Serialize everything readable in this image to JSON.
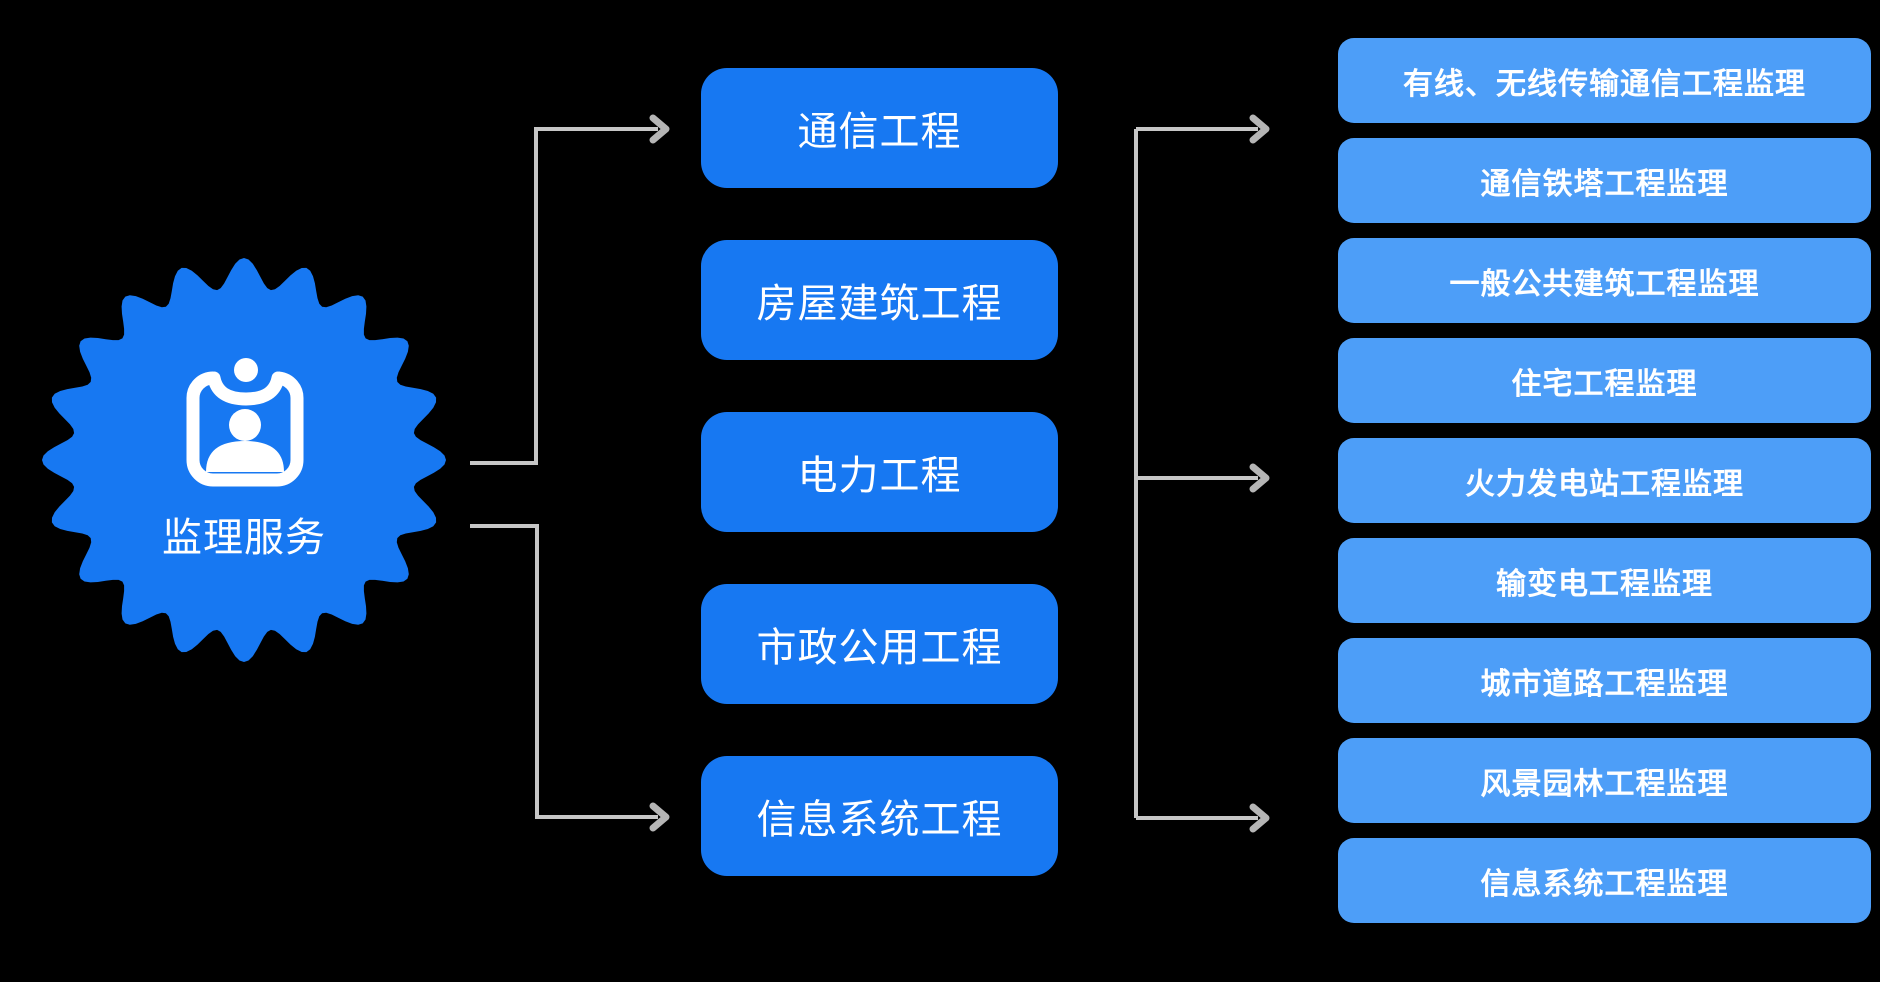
{
  "background_color": "#000000",
  "badge": {
    "label": "监理服务",
    "icon": "id-badge-icon",
    "color": "#1778F2",
    "text_color": "#FFFFFF"
  },
  "middle_column": {
    "box_color": "#1778F2",
    "text_color": "#FFFFFF",
    "items": [
      {
        "label": "通信工程"
      },
      {
        "label": "房屋建筑工程"
      },
      {
        "label": "电力工程"
      },
      {
        "label": "市政公用工程"
      },
      {
        "label": "信息系统工程"
      }
    ]
  },
  "right_column": {
    "box_color": "#4D9EF8",
    "text_color": "#FFFFFF",
    "items": [
      {
        "label": "有线、无线传输通信工程监理"
      },
      {
        "label": "通信铁塔工程监理"
      },
      {
        "label": "一般公共建筑工程监理"
      },
      {
        "label": "住宅工程监理"
      },
      {
        "label": "火力发电站工程监理"
      },
      {
        "label": "输变电工程监理"
      },
      {
        "label": "城市道路工程监理"
      },
      {
        "label": "风景园林工程监理"
      },
      {
        "label": "信息系统工程监理"
      }
    ]
  },
  "connectors": {
    "line_color": "#C6C6C6",
    "arrow_color": "#B5B5B5"
  }
}
